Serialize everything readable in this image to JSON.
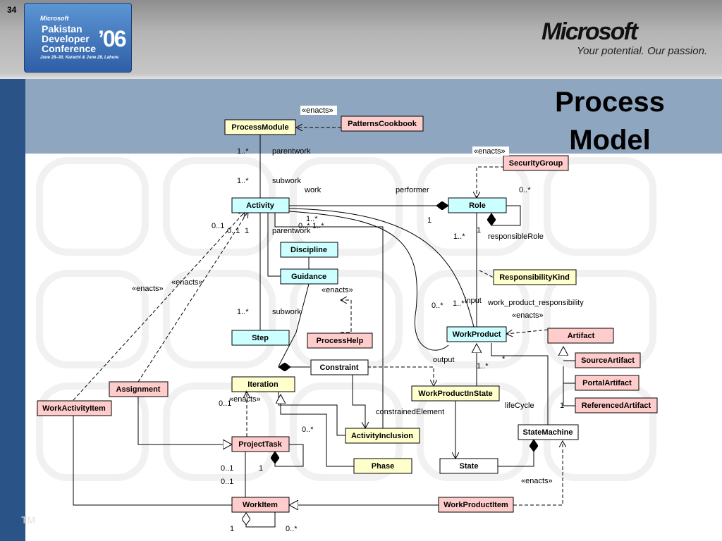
{
  "slide_number": "34",
  "conference_logo": {
    "brand": "Microsoft",
    "lines": [
      "Pakistan",
      "Developer",
      "Conference"
    ],
    "year": "’06",
    "dates": "June 28–30, Karachi & June 28, Lahore"
  },
  "microsoft_logo": {
    "wordmark": "Microsoft",
    "tagline": "Your potential. Our passion."
  },
  "title": [
    "Process",
    "Model"
  ],
  "footer": "TM",
  "colors": {
    "yellow": "#ffffcc",
    "cyan": "#ccffff",
    "pink": "#ffcccc",
    "white": "#ffffff",
    "header": "#b0b0b0",
    "left_bar": "#2a5387",
    "title_band": "#8fa6c1"
  },
  "nodes": {
    "process_module": "ProcessModule",
    "patterns_cookbook": "PatternsCookbook",
    "security_group": "SecurityGroup",
    "activity": "Activity",
    "role": "Role",
    "discipline": "Discipline",
    "guidance": "Guidance",
    "responsibility_kind": "ResponsibilityKind",
    "step": "Step",
    "process_help": "ProcessHelp",
    "work_product": "WorkProduct",
    "artifact": "Artifact",
    "constraint": "Constraint",
    "iteration": "Iteration",
    "assignment": "Assignment",
    "work_activity_item": "WorkActivityItem",
    "source_artifact": "SourceArtifact",
    "portal_artifact": "PortalArtifact",
    "referenced_artifact": "ReferencedArtifact",
    "work_product_in_state": "WorkProductInState",
    "state_machine": "StateMachine",
    "project_task": "ProjectTask",
    "activity_inclusion": "ActivityInclusion",
    "phase": "Phase",
    "state": "State",
    "work_item": "WorkItem",
    "work_product_item": "WorkProductItem"
  },
  "labels": {
    "enacts": "«enacts»",
    "mult_1_many": "1..*",
    "mult_1": "1",
    "mult_0_many": "0..*",
    "mult_0_1": "0..1",
    "mult_star": "*",
    "parentwork": "parentwork",
    "subwork": "subwork",
    "work": "work",
    "performer": "performer",
    "responsible_role": "responsibleRole",
    "input": "input",
    "output": "output",
    "work_product_responsibility": "work_product_responsibility",
    "constrained_element": "constrainedElement",
    "life_cycle": "lifeCycle"
  }
}
